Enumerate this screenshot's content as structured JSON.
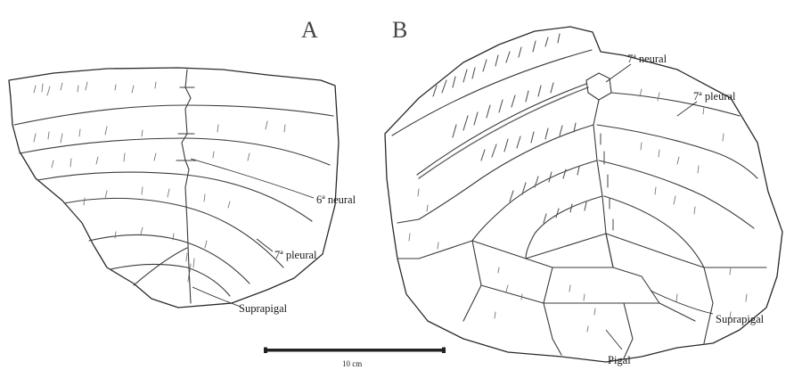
{
  "panels": {
    "a": "A",
    "b": "B"
  },
  "labels_a": {
    "neural6": "6ª neural",
    "pleural7": "7ª pleural",
    "suprapigal": "Suprapigal"
  },
  "labels_b": {
    "neural7": "7ª neural",
    "pleural7": "7ª pleural",
    "suprapigal": "Suprapigal",
    "pigal": "Pigal"
  },
  "scale_bar": {
    "label": "10 cm"
  },
  "colors": {
    "line": "#2a2a2a",
    "texture": "#777777",
    "background": "#ffffff"
  }
}
